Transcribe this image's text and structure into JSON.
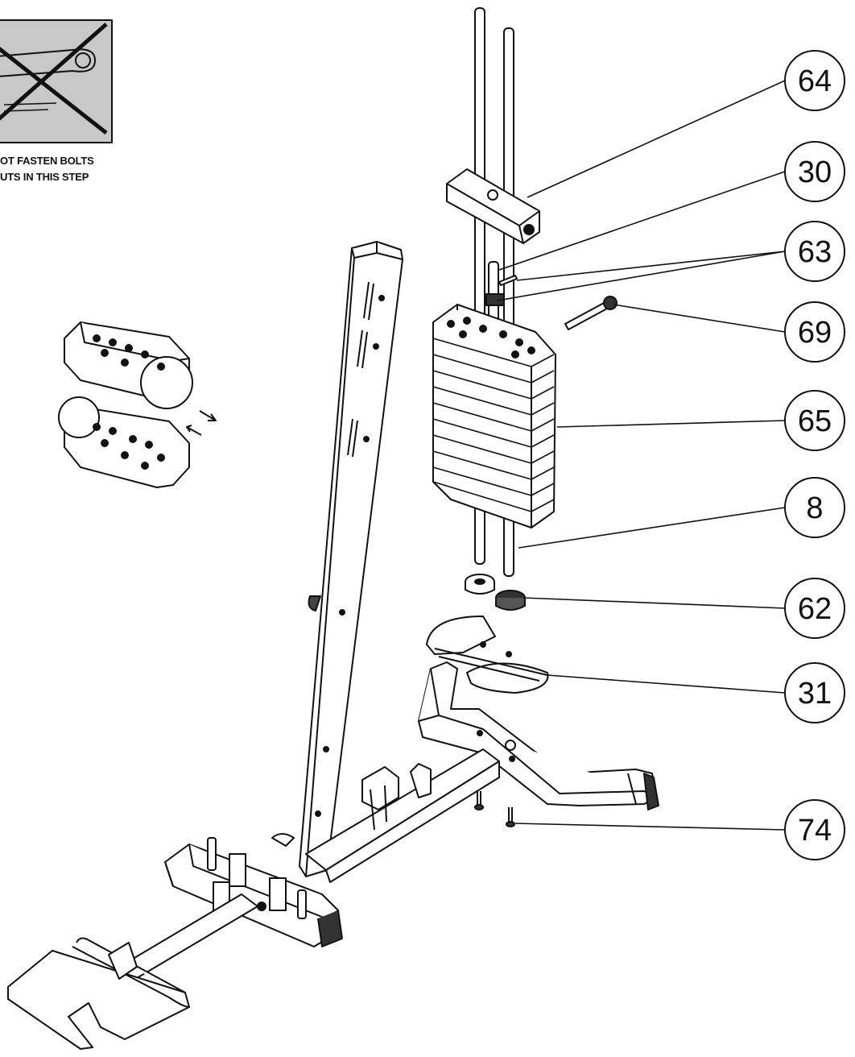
{
  "warning": {
    "line1": "OT FASTEN BOLTS",
    "line2": "UTS IN THIS STEP",
    "panel_color": "#c8c8c8"
  },
  "callouts": [
    {
      "label": "64"
    },
    {
      "label": "30"
    },
    {
      "label": "63"
    },
    {
      "label": "69"
    },
    {
      "label": "65"
    },
    {
      "label": "8"
    },
    {
      "label": "62"
    },
    {
      "label": "31"
    },
    {
      "label": "74"
    }
  ],
  "colors": {
    "ink": "#111111",
    "paper": "#ffffff"
  }
}
